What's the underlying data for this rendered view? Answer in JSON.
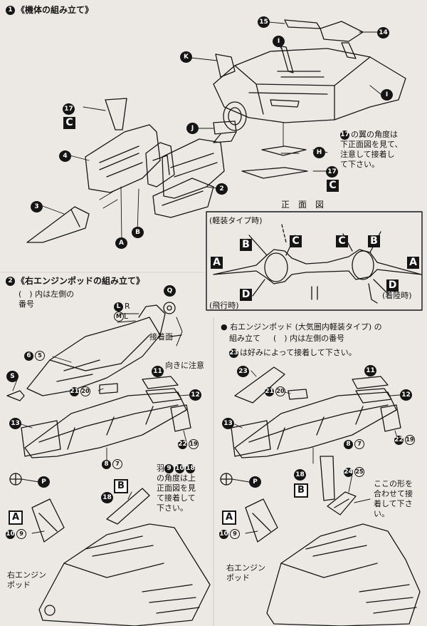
{
  "section1": {
    "step": "1",
    "title": "《機体の組み立て》",
    "callouts": [
      "15",
      "14",
      "K",
      "I",
      "I",
      "17",
      "J",
      "H",
      "4",
      "17",
      "2",
      "3",
      "A",
      "B"
    ],
    "letters": [
      "C",
      "C"
    ],
    "note_num": "17",
    "note_lines": [
      "の翼の角度は",
      "下正面図を見て、",
      "注意して接着し",
      "て下さい。"
    ]
  },
  "front_view": {
    "title": "正　面　図",
    "light_label": "(軽装タイプ時)",
    "flight_label": "(飛行時)",
    "landing_label": "(着陸時)",
    "letters": [
      "B",
      "C",
      "C",
      "B",
      "A",
      "A",
      "D",
      "D"
    ]
  },
  "section2": {
    "step": "2",
    "title": "《右エンジンポッドの組み立て》",
    "paren_note": "(　) 内は左側の",
    "paren_note2": "番号",
    "l_label": "L",
    "r_label": "R",
    "m_label": "M",
    "l2_label": "L",
    "q_label": "Q",
    "surface_label": "接着面",
    "orientation_label": "向きに注意",
    "parts": [
      {
        "n": "6",
        "p": "5"
      },
      {
        "n": "21",
        "p": "20"
      },
      {
        "n": "22",
        "p": "19"
      },
      {
        "n": "8",
        "p": "7"
      },
      {
        "n": "10",
        "p": "9"
      }
    ],
    "singles": [
      "S",
      "11",
      "12",
      "13",
      "P",
      "18"
    ],
    "letters": [
      "B",
      "A"
    ],
    "wing_note": {
      "prefix": "羽",
      "nums": [
        "9",
        "10",
        "18"
      ],
      "lines": [
        "の角度は上",
        "正面図を見",
        "て接着して",
        "下さい。"
      ]
    },
    "pod_label": [
      "右エンジン",
      "ポッド"
    ]
  },
  "section3": {
    "title": "● 右エンジンポッド (大気圏内軽装タイプ) の",
    "title2": "組み立て",
    "paren_note": "(　) 内は左側の番号",
    "optional_num": "23",
    "optional_note": "は好みによって接着して下さい。",
    "parts": [
      {
        "n": "21",
        "p": "20"
      },
      {
        "n": "8",
        "p": "7"
      },
      {
        "n": "22",
        "p": "19"
      },
      {
        "n": "24",
        "p": "25"
      },
      {
        "n": "10",
        "p": "9"
      }
    ],
    "singles": [
      "23",
      "11",
      "12",
      "13",
      "P",
      "18"
    ],
    "letters": [
      "B",
      "A"
    ],
    "shape_note": [
      "ここの形を",
      "合わせて接",
      "着して下さ",
      "い。"
    ],
    "pod_label": [
      "右エンジン",
      "ポッド"
    ]
  }
}
